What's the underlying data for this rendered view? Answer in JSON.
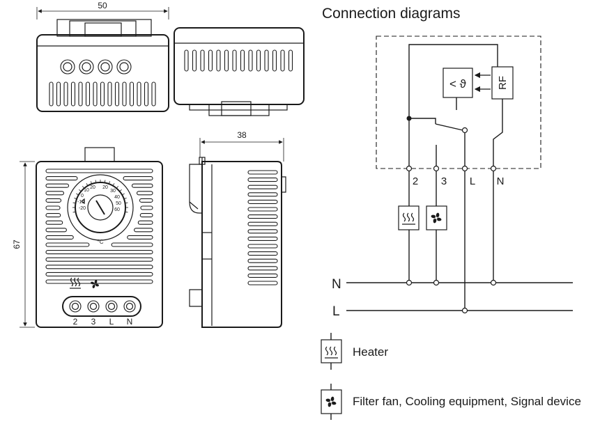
{
  "title": "Connection diagrams",
  "dimensions": {
    "width_top": "50",
    "depth_side": "38",
    "height_front": "67"
  },
  "dial": {
    "unit": "°C",
    "scale_left": [
      "-20",
      "-10",
      "0",
      "10",
      "20"
    ],
    "scale_right": [
      "20",
      "30",
      "40",
      "50",
      "60"
    ]
  },
  "front_terminals": [
    "2",
    "3",
    "L",
    "N"
  ],
  "diagram": {
    "terminals": [
      "2",
      "3",
      "L",
      "N"
    ],
    "sensor_label": "< ϑ",
    "rf_label": "RF",
    "bus_n": "N",
    "bus_l": "L"
  },
  "legend": [
    {
      "icon": "heater-icon",
      "label": "Heater"
    },
    {
      "icon": "fan-icon",
      "label": "Filter fan, Cooling equipment, Signal device"
    }
  ],
  "colors": {
    "ink": "#1a1a1a",
    "background": "#ffffff"
  }
}
